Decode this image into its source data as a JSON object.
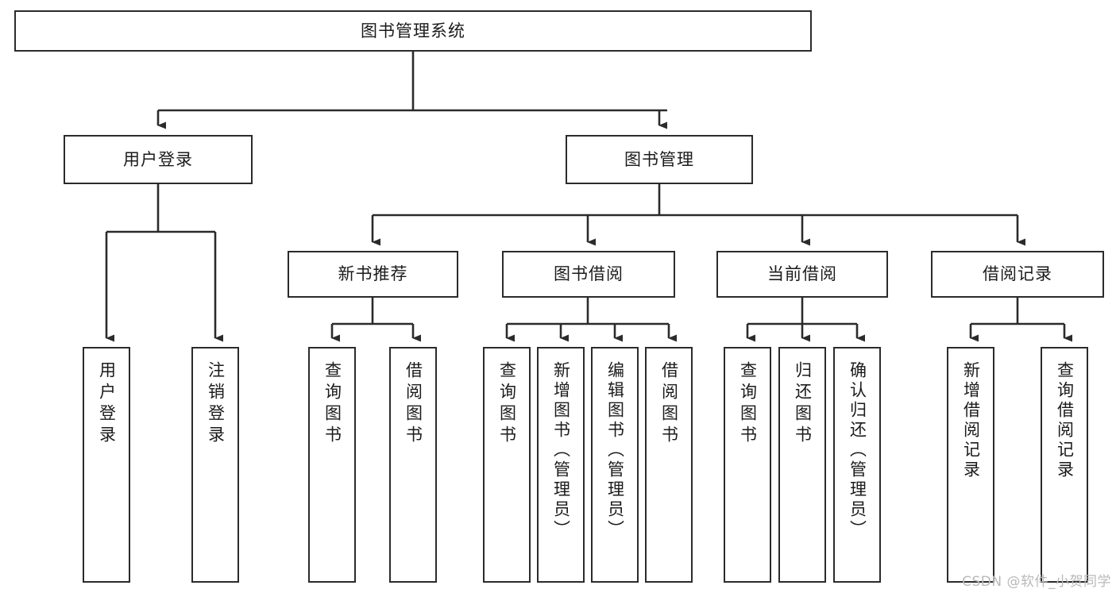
{
  "diagram": {
    "title": "图书管理系统",
    "type": "tree",
    "watermark": "CSDN @软件_小贺同学",
    "colors": {
      "box_border": "#2b2b2b",
      "box_fill": "#ffffff",
      "connector": "#2b2b2b",
      "text": "#1b1b1b",
      "watermark": "#b9b9b9",
      "background": "#ffffff"
    },
    "nodes": {
      "root": {
        "label": "图书管理系统"
      },
      "level2": [
        {
          "id": "user-login",
          "label": "用户登录"
        },
        {
          "id": "book-manage",
          "label": "图书管理"
        }
      ],
      "level3": [
        {
          "id": "new-book-recommend",
          "label": "新书推荐"
        },
        {
          "id": "book-borrow",
          "label": "图书借阅"
        },
        {
          "id": "current-borrow",
          "label": "当前借阅"
        },
        {
          "id": "borrow-record",
          "label": "借阅记录"
        }
      ],
      "leaves": {
        "user_login": [
          {
            "id": "leaf-user-login",
            "label": "用户登录"
          },
          {
            "id": "leaf-logout",
            "label": "注销登录"
          }
        ],
        "new_book_recommend": [
          {
            "id": "leaf-query-book-1",
            "label": "查询图书"
          },
          {
            "id": "leaf-borrow-book-1",
            "label": "借阅图书"
          }
        ],
        "book_borrow": [
          {
            "id": "leaf-query-book-2",
            "label": "查询图书"
          },
          {
            "id": "leaf-add-book",
            "label": "新增图书（管理员）"
          },
          {
            "id": "leaf-edit-book",
            "label": "编辑图书（管理员）"
          },
          {
            "id": "leaf-borrow-book-2",
            "label": "借阅图书"
          }
        ],
        "current_borrow": [
          {
            "id": "leaf-query-book-3",
            "label": "查询图书"
          },
          {
            "id": "leaf-return-book",
            "label": "归还图书"
          },
          {
            "id": "leaf-confirm-return",
            "label": "确认归还（管理员）"
          }
        ],
        "borrow_record": [
          {
            "id": "leaf-add-record",
            "label": "新增借阅记录"
          },
          {
            "id": "leaf-query-record",
            "label": "查询借阅记录"
          }
        ]
      }
    }
  }
}
